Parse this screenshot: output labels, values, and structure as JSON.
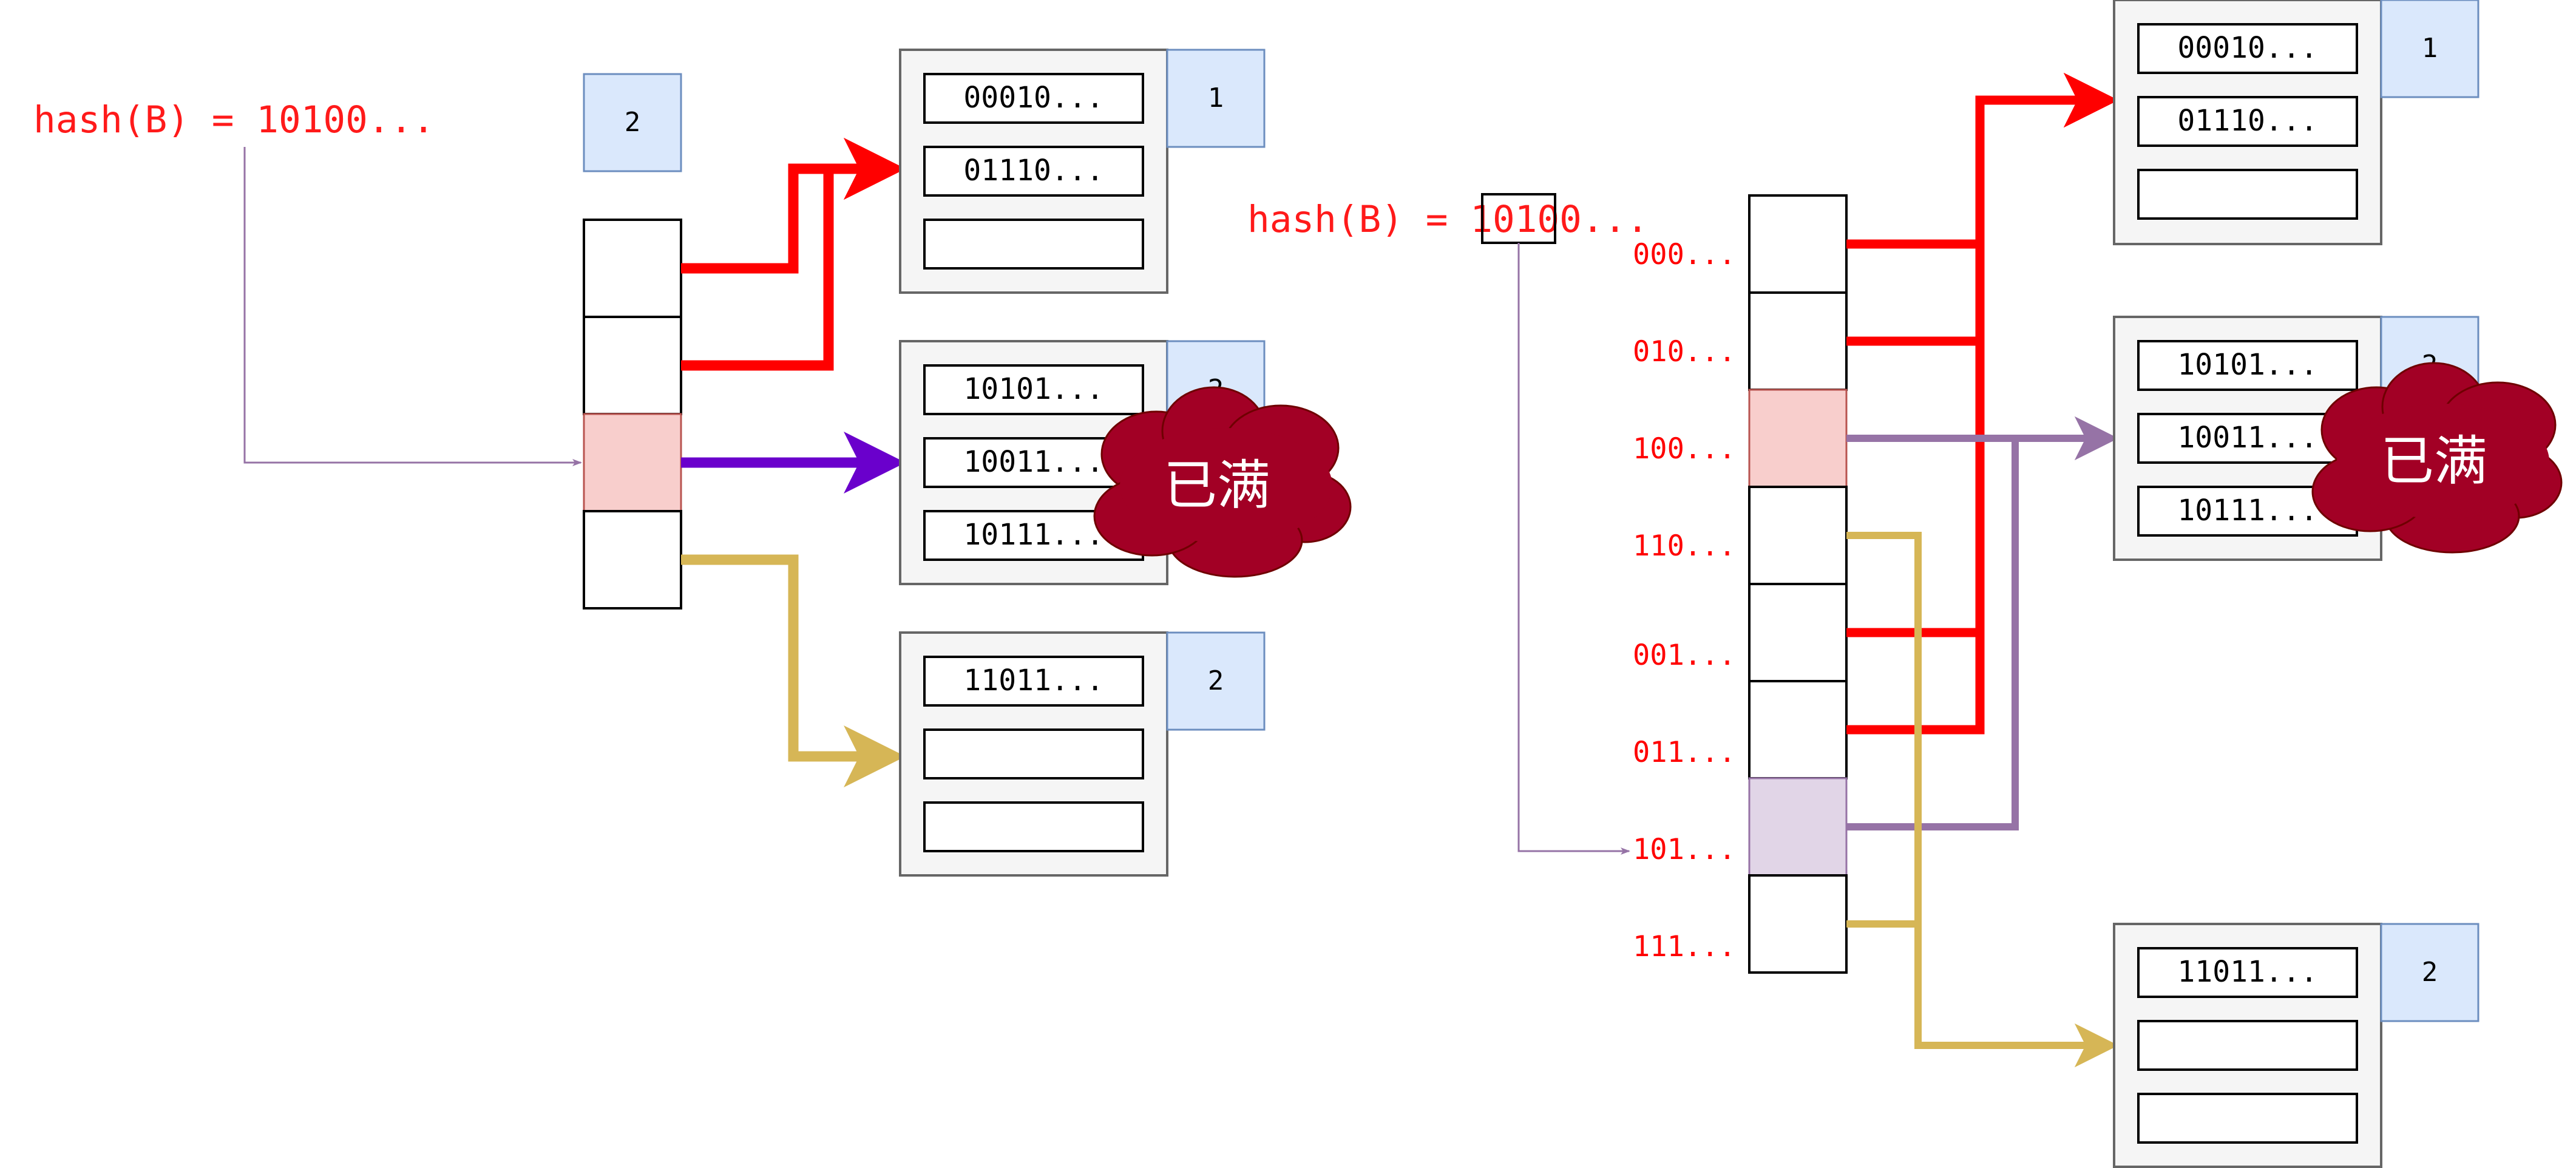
{
  "left": {
    "hash_label": "hash(B) = 10100...",
    "global_depth": "2",
    "buckets": [
      {
        "depth": "1",
        "entries": [
          "00010...",
          "01110...",
          ""
        ]
      },
      {
        "depth": "2",
        "entries": [
          "10101...",
          "10011...",
          "10111..."
        ]
      },
      {
        "depth": "2",
        "entries": [
          "11011...",
          "",
          ""
        ]
      }
    ],
    "full_label": "已满"
  },
  "right": {
    "hash_label": "hash(B) = 10100...",
    "directory_labels": [
      "000...",
      "010...",
      "100...",
      "110...",
      "001...",
      "011...",
      "101...",
      "111..."
    ],
    "buckets": [
      {
        "depth": "1",
        "entries": [
          "00010...",
          "01110...",
          ""
        ]
      },
      {
        "depth": "2",
        "entries": [
          "10101...",
          "10011...",
          "10111..."
        ]
      },
      {
        "depth": "2",
        "entries": [
          "11011...",
          "",
          ""
        ]
      }
    ],
    "full_label": "已满"
  },
  "colors": {
    "red_pointer": "#ff0000",
    "purple_pointer": "#6a00cc",
    "light_purple_pointer": "#9673a6",
    "gold_pointer": "#d6b656",
    "highlight_cell": "#f8cecc",
    "highlight_cell_purple": "#e1d5e7",
    "depth_box": "#dae8fc",
    "bucket_bg": "#f5f5f5",
    "cloud": "#a20025"
  }
}
